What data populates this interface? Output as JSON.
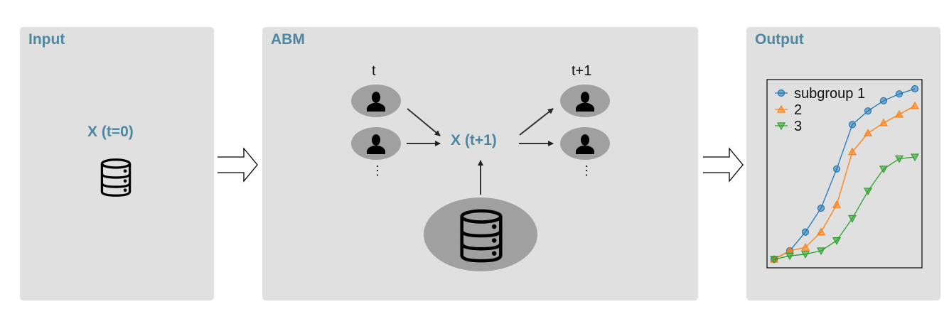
{
  "input": {
    "title": "Input",
    "variable": "X (t=0)",
    "icon": "database-icon"
  },
  "abm": {
    "title": "ABM",
    "time_left": "t",
    "time_right": "t+1",
    "variable": "X (t+1)",
    "ellipsis": "⋮",
    "agent_icon": "person-icon",
    "data_icon": "database-icon"
  },
  "output": {
    "title": "Output"
  },
  "colors": {
    "panel": "#e0e0e0",
    "title": "#4d87a0",
    "ellipse": "#a0a0a0"
  },
  "chart_data": {
    "type": "line",
    "title": "",
    "xlabel": "",
    "ylabel": "",
    "x": [
      1,
      2,
      3,
      4,
      5,
      6,
      7,
      8,
      9,
      10
    ],
    "ylim": [
      0,
      1
    ],
    "grid": false,
    "legend": "top-left",
    "series": [
      {
        "name": "subgroup 1",
        "marker": "circle",
        "color": "#1f77b4",
        "values": [
          0,
          0.05,
          0.16,
          0.3,
          0.53,
          0.79,
          0.87,
          0.93,
          0.97,
          1.0
        ]
      },
      {
        "name": "2",
        "marker": "triangle-up",
        "color": "#ff7f0e",
        "values": [
          0,
          0.05,
          0.07,
          0.16,
          0.32,
          0.63,
          0.74,
          0.8,
          0.85,
          0.9
        ]
      },
      {
        "name": "3",
        "marker": "triangle-down",
        "color": "#2ca02c",
        "values": [
          0,
          0.02,
          0.03,
          0.05,
          0.11,
          0.24,
          0.4,
          0.53,
          0.59,
          0.6
        ]
      }
    ]
  }
}
